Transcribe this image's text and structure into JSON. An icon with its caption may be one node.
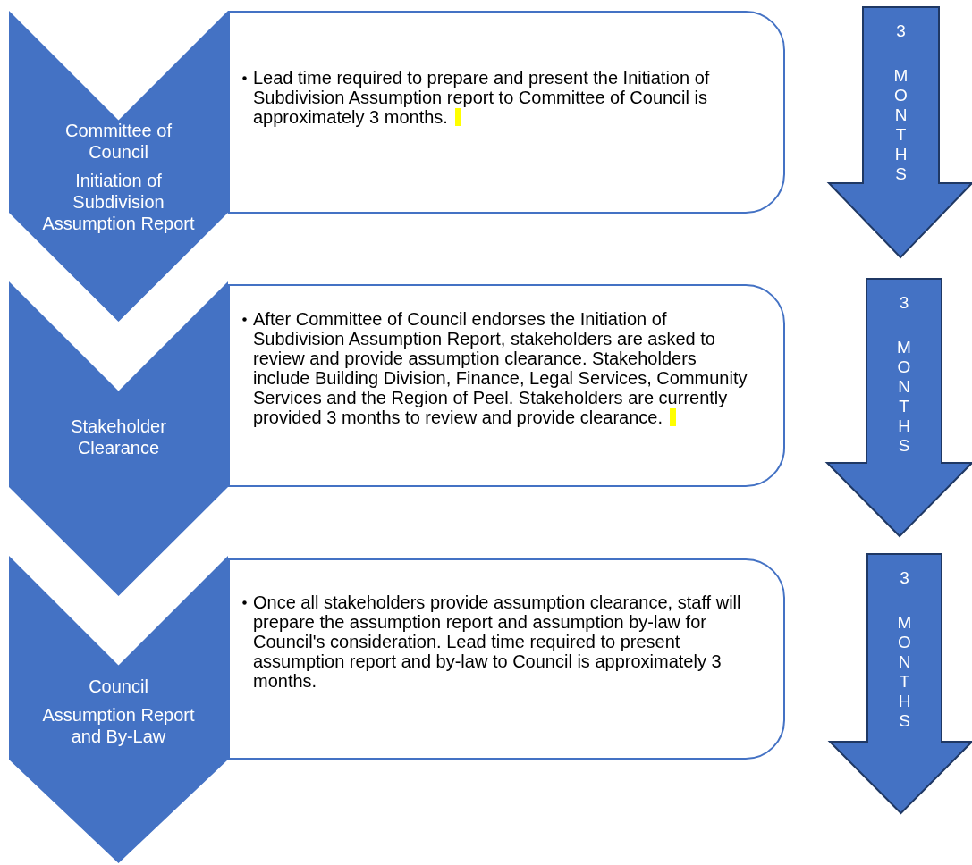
{
  "diagram": {
    "nodes": [
      {
        "text": [
          "Committee of Council",
          "Initiation of Subdivision Assumption Report"
        ]
      },
      {
        "text": [
          "Lead time required to prepare and present the Initiation of Subdivision Assumption report to Committee of Council is approximately 3 months."
        ]
      },
      {
        "text": [
          "3",
          "MONTHS"
        ]
      },
      {
        "text": [
          "Stakeholder Clearance"
        ]
      },
      {
        "text": [
          "After Committee of Council endorses the Initiation of Subdivision Assumption Report, stakeholders are asked to review and provide assumption clearance. Stakeholders include Building Division, Finance, Legal Services, Community Services and the Region of Peel. Stakeholders are currently provided 3 months to review and provide clearance."
        ]
      },
      {
        "text": [
          "3",
          "MONTHS"
        ]
      },
      {
        "text": [
          "Council",
          "Assumption Report and By-Law"
        ]
      },
      {
        "text": [
          "Once all stakeholders provide assumption clearance, staff will prepare the assumption report and assumption by-law for Council's consideration.  Lead time required to present assumption report and by-law to Council is approximately 3 months."
        ]
      },
      {
        "text": [
          "3",
          "MONTHS"
        ]
      }
    ]
  }
}
